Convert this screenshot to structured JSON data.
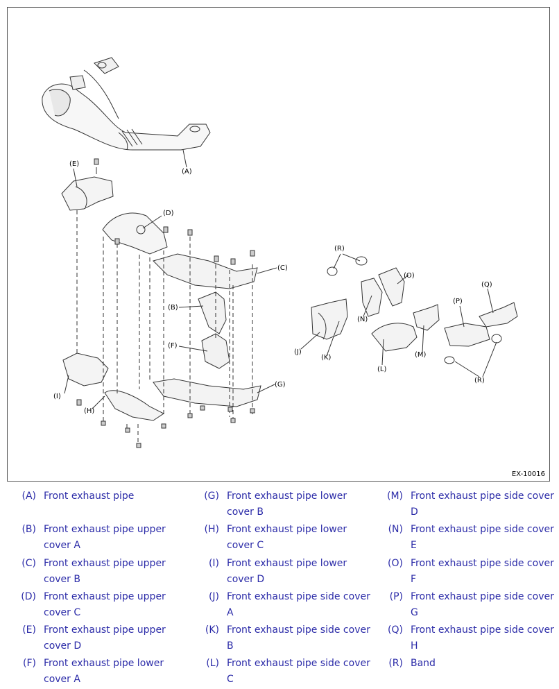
{
  "figure": {
    "id_label": "EX-10016",
    "callouts": [
      "(A)",
      "(B)",
      "(C)",
      "(D)",
      "(E)",
      "(F)",
      "(G)",
      "(H)",
      "(I)",
      "(J)",
      "(K)",
      "(L)",
      "(M)",
      "(N)",
      "(O)",
      "(P)",
      "(Q)",
      "(R)",
      "(R)"
    ]
  },
  "legend": {
    "columns": [
      [
        {
          "code": "(A)",
          "text": "Front exhaust pipe"
        },
        {
          "code": "(B)",
          "text": "Front exhaust pipe upper cover A"
        },
        {
          "code": "(C)",
          "text": "Front exhaust pipe upper cover B"
        },
        {
          "code": "(D)",
          "text": "Front exhaust pipe upper cover C"
        },
        {
          "code": "(E)",
          "text": "Front exhaust pipe upper cover D"
        },
        {
          "code": "(F)",
          "text": "Front exhaust pipe lower cover A"
        }
      ],
      [
        {
          "code": "(G)",
          "text": "Front exhaust pipe lower cover B"
        },
        {
          "code": "(H)",
          "text": "Front exhaust pipe lower cover C"
        },
        {
          "code": "(I)",
          "text": "Front exhaust pipe lower cover D"
        },
        {
          "code": "(J)",
          "text": "Front exhaust pipe side cover A"
        },
        {
          "code": "(K)",
          "text": "Front exhaust pipe side cover B"
        },
        {
          "code": "(L)",
          "text": "Front exhaust pipe side cover C"
        }
      ],
      [
        {
          "code": "(M)",
          "text": "Front exhaust pipe side cover D"
        },
        {
          "code": "(N)",
          "text": "Front exhaust pipe side cover E"
        },
        {
          "code": "(O)",
          "text": "Front exhaust pipe side cover F"
        },
        {
          "code": "(P)",
          "text": "Front exhaust pipe side cover G"
        },
        {
          "code": "(Q)",
          "text": "Front exhaust pipe side cover H"
        },
        {
          "code": "(R)",
          "text": "Band"
        }
      ]
    ]
  }
}
